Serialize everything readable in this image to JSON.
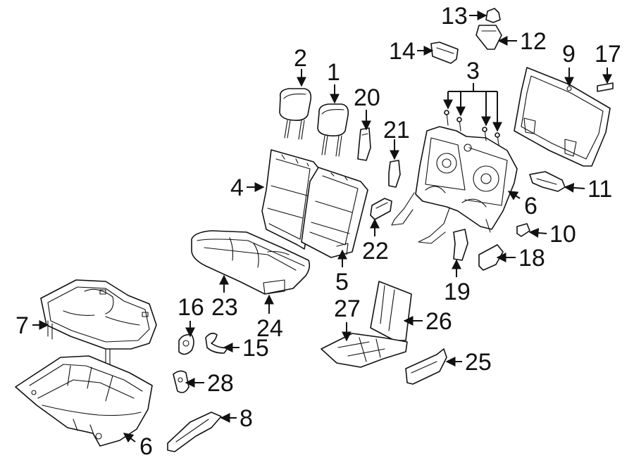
{
  "diagram": {
    "callouts": [
      {
        "id": "c1",
        "label": "1"
      },
      {
        "id": "c2",
        "label": "2"
      },
      {
        "id": "c3",
        "label": "3"
      },
      {
        "id": "c4",
        "label": "4"
      },
      {
        "id": "c5",
        "label": "5"
      },
      {
        "id": "c6a",
        "label": "6"
      },
      {
        "id": "c6b",
        "label": "6"
      },
      {
        "id": "c7",
        "label": "7"
      },
      {
        "id": "c8",
        "label": "8"
      },
      {
        "id": "c9",
        "label": "9"
      },
      {
        "id": "c10",
        "label": "10"
      },
      {
        "id": "c11",
        "label": "11"
      },
      {
        "id": "c12",
        "label": "12"
      },
      {
        "id": "c13",
        "label": "13"
      },
      {
        "id": "c14",
        "label": "14"
      },
      {
        "id": "c15",
        "label": "15"
      },
      {
        "id": "c16",
        "label": "16"
      },
      {
        "id": "c17",
        "label": "17"
      },
      {
        "id": "c18",
        "label": "18"
      },
      {
        "id": "c19",
        "label": "19"
      },
      {
        "id": "c20",
        "label": "20"
      },
      {
        "id": "c21",
        "label": "21"
      },
      {
        "id": "c22",
        "label": "22"
      },
      {
        "id": "c23",
        "label": "23"
      },
      {
        "id": "c24",
        "label": "24"
      },
      {
        "id": "c25",
        "label": "25"
      },
      {
        "id": "c26",
        "label": "26"
      },
      {
        "id": "c27",
        "label": "27"
      },
      {
        "id": "c28",
        "label": "28"
      }
    ]
  }
}
